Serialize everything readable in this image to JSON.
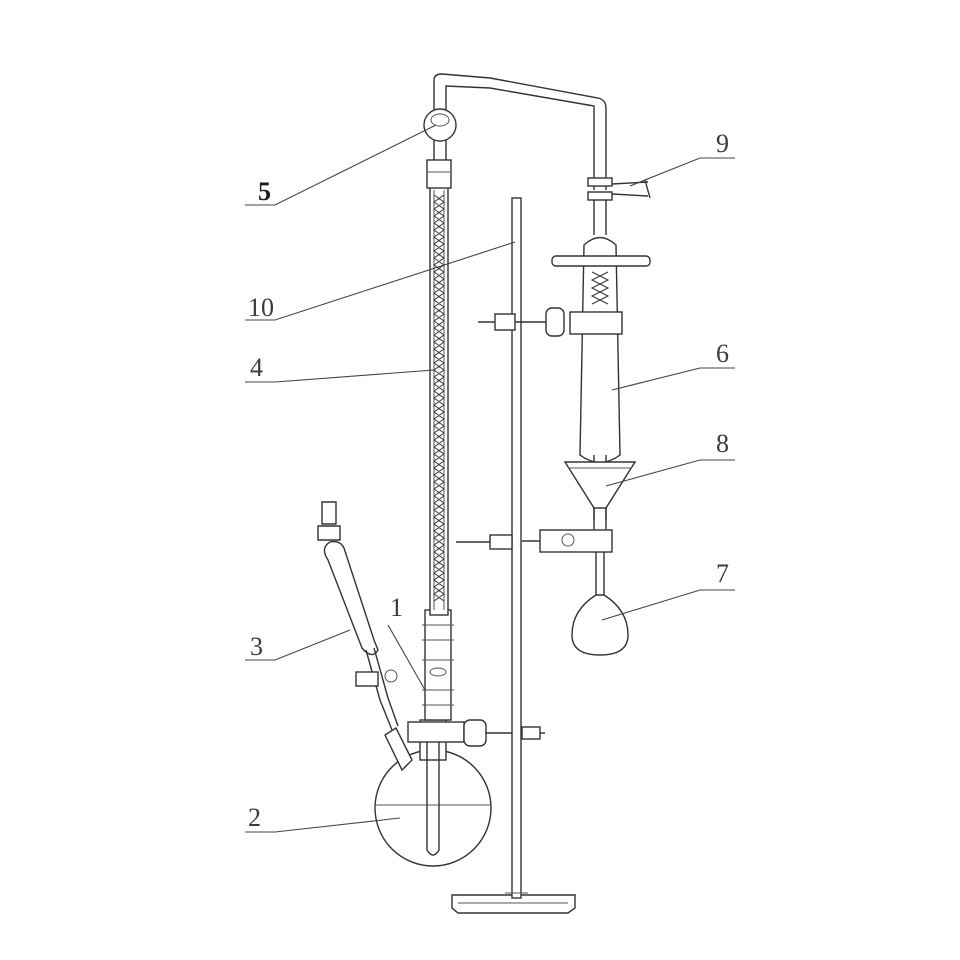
{
  "labels": {
    "l1": "1",
    "l2": "2",
    "l3": "3",
    "l4": "4",
    "l5": "5",
    "l6": "6",
    "l7": "7",
    "l8": "8",
    "l9": "9",
    "l10": "10"
  }
}
